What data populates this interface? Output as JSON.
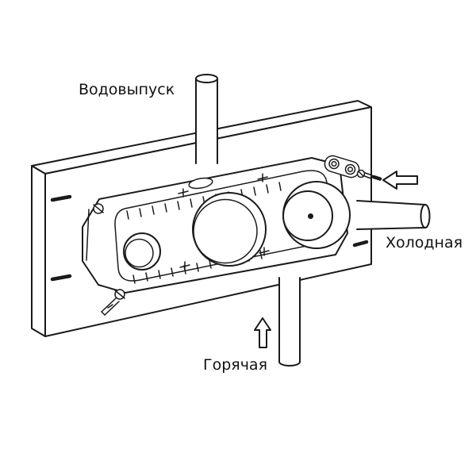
{
  "title": "Concealed shower valve installation diagram",
  "labels": {
    "outlet": "Водовыпуск",
    "cold": "Холодная",
    "hot": "Горячая"
  },
  "icons": {
    "up_arrow": "hollow-up-arrow",
    "left_arrow": "hollow-left-arrow"
  },
  "colors": {
    "line": "#1a1a1a",
    "background": "#ffffff",
    "text": "#111111"
  }
}
